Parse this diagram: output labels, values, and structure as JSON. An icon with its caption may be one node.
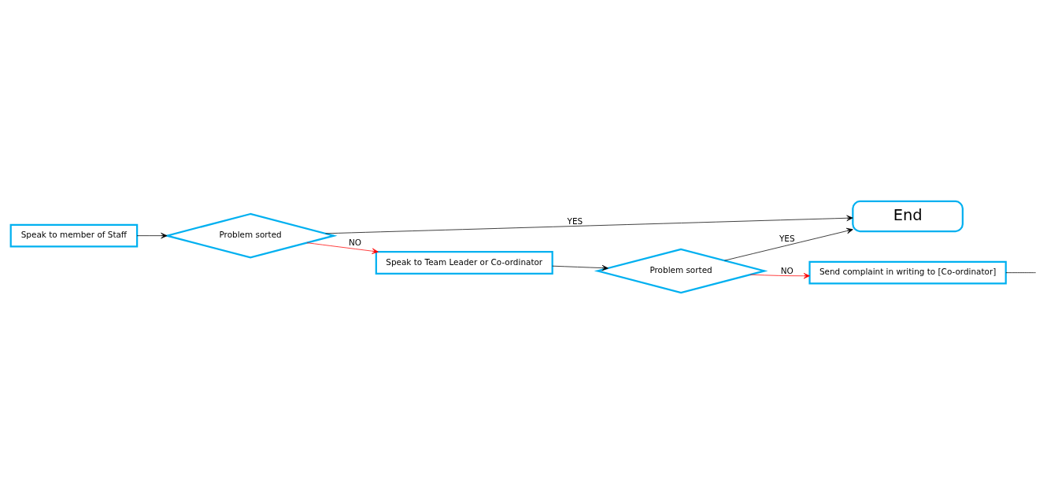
{
  "diagram": {
    "nodes": [
      {
        "text": [
          "Speak to member of Staff"
        ]
      },
      {
        "text": [
          "Problem sorted"
        ]
      },
      {
        "text": [
          "End"
        ]
      },
      {
        "text": [
          "Speak to Team Leader or Co-ordinator"
        ]
      },
      {
        "text": [
          "Problem sorted"
        ]
      },
      {
        "text": [
          "Send complaint in writing to [Co-ordinator]"
        ]
      }
    ],
    "edges": [
      {
        "from": 0,
        "to": 1,
        "arrow": "to"
      },
      {
        "from": 1,
        "to": 2,
        "arrow": "to",
        "label": "YES"
      },
      {
        "from": 1,
        "to": 3,
        "arrow": "to",
        "label": "NO",
        "color": "#ff0000"
      },
      {
        "from": 3,
        "to": 4,
        "arrow": "to"
      },
      {
        "from": 4,
        "to": 2,
        "arrow": "to",
        "label": "YES"
      },
      {
        "from": 4,
        "to": 5,
        "arrow": "to",
        "label": "NO",
        "color": "#ff0000"
      },
      {
        "from": 5,
        "to": null,
        "arrow": "none"
      }
    ]
  }
}
